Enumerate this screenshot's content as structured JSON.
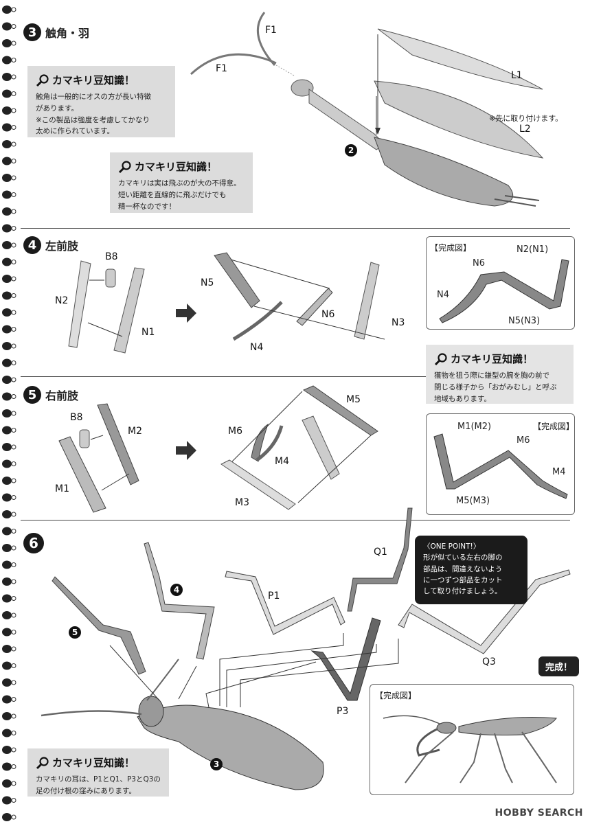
{
  "steps": [
    {
      "num": "3",
      "title": "触角・羽"
    },
    {
      "num": "4",
      "title": "左前肢"
    },
    {
      "num": "5",
      "title": "右前肢"
    },
    {
      "num": "6",
      "title": ""
    }
  ],
  "tips": [
    {
      "heading": "カマキリ豆知識！",
      "body": "触角は一般的にオスの方が長い特徴\nがあります。\n※この製品は強度を考慮してかなり\n太めに作られています。"
    },
    {
      "heading": "カマキリ豆知識！",
      "body": "カマキリは実は飛ぶのが大の不得意。\n短い距離を直線的に飛ぶだけでも\n精一杯なのです！"
    },
    {
      "heading": "カマキリ豆知識！",
      "body": "獲物を狙う際に鎌型の腕を胸の前で\n閉じる様子から「おがみむし」と呼ぶ\n地域もあります。"
    },
    {
      "heading": "カマキリ豆知識！",
      "body": "カマキリの耳は、P1とQ1、P3とQ3の\n足の付け根の窪みにあります。"
    }
  ],
  "step3": {
    "f1a": "F1",
    "f1b": "F1",
    "l1": "L1",
    "l2": "L2",
    "note": "※先に取り付けます。",
    "ref": "2"
  },
  "step4": {
    "b8": "B8",
    "n2": "N2",
    "n1": "N1",
    "n5": "N5",
    "n6": "N6",
    "n4": "N4",
    "n3": "N3",
    "done_title": "【完成図】",
    "done_n2n1": "N2(N1)",
    "done_n6": "N6",
    "done_n4": "N4",
    "done_n5n3": "N5(N3)"
  },
  "step5": {
    "b8": "B8",
    "m2": "M2",
    "m1": "M1",
    "m6": "M6",
    "m4": "M4",
    "m3": "M3",
    "m5": "M5",
    "done_title": "【完成図】",
    "done_m1m2": "M1(M2)",
    "done_m6": "M6",
    "done_m4": "M4",
    "done_m5m3": "M5(M3)"
  },
  "step6": {
    "p1": "P1",
    "q1": "Q1",
    "p3": "P3",
    "q3": "Q3",
    "ref4": "4",
    "ref5": "5",
    "ref3": "3",
    "onepoint_title": "〈ONE POINT!〉",
    "onepoint_body": "形が似ている左右の脚の\n部品は、間違えないよう\nに一つずつ部品をカット\nして取り付けましょう。",
    "done_badge": "完成！",
    "done_title": "【完成図】"
  },
  "watermark": "HOBBY SEARCH",
  "icons": {
    "tip": "magnifier-icon",
    "arrow": "arrow-right-icon"
  }
}
